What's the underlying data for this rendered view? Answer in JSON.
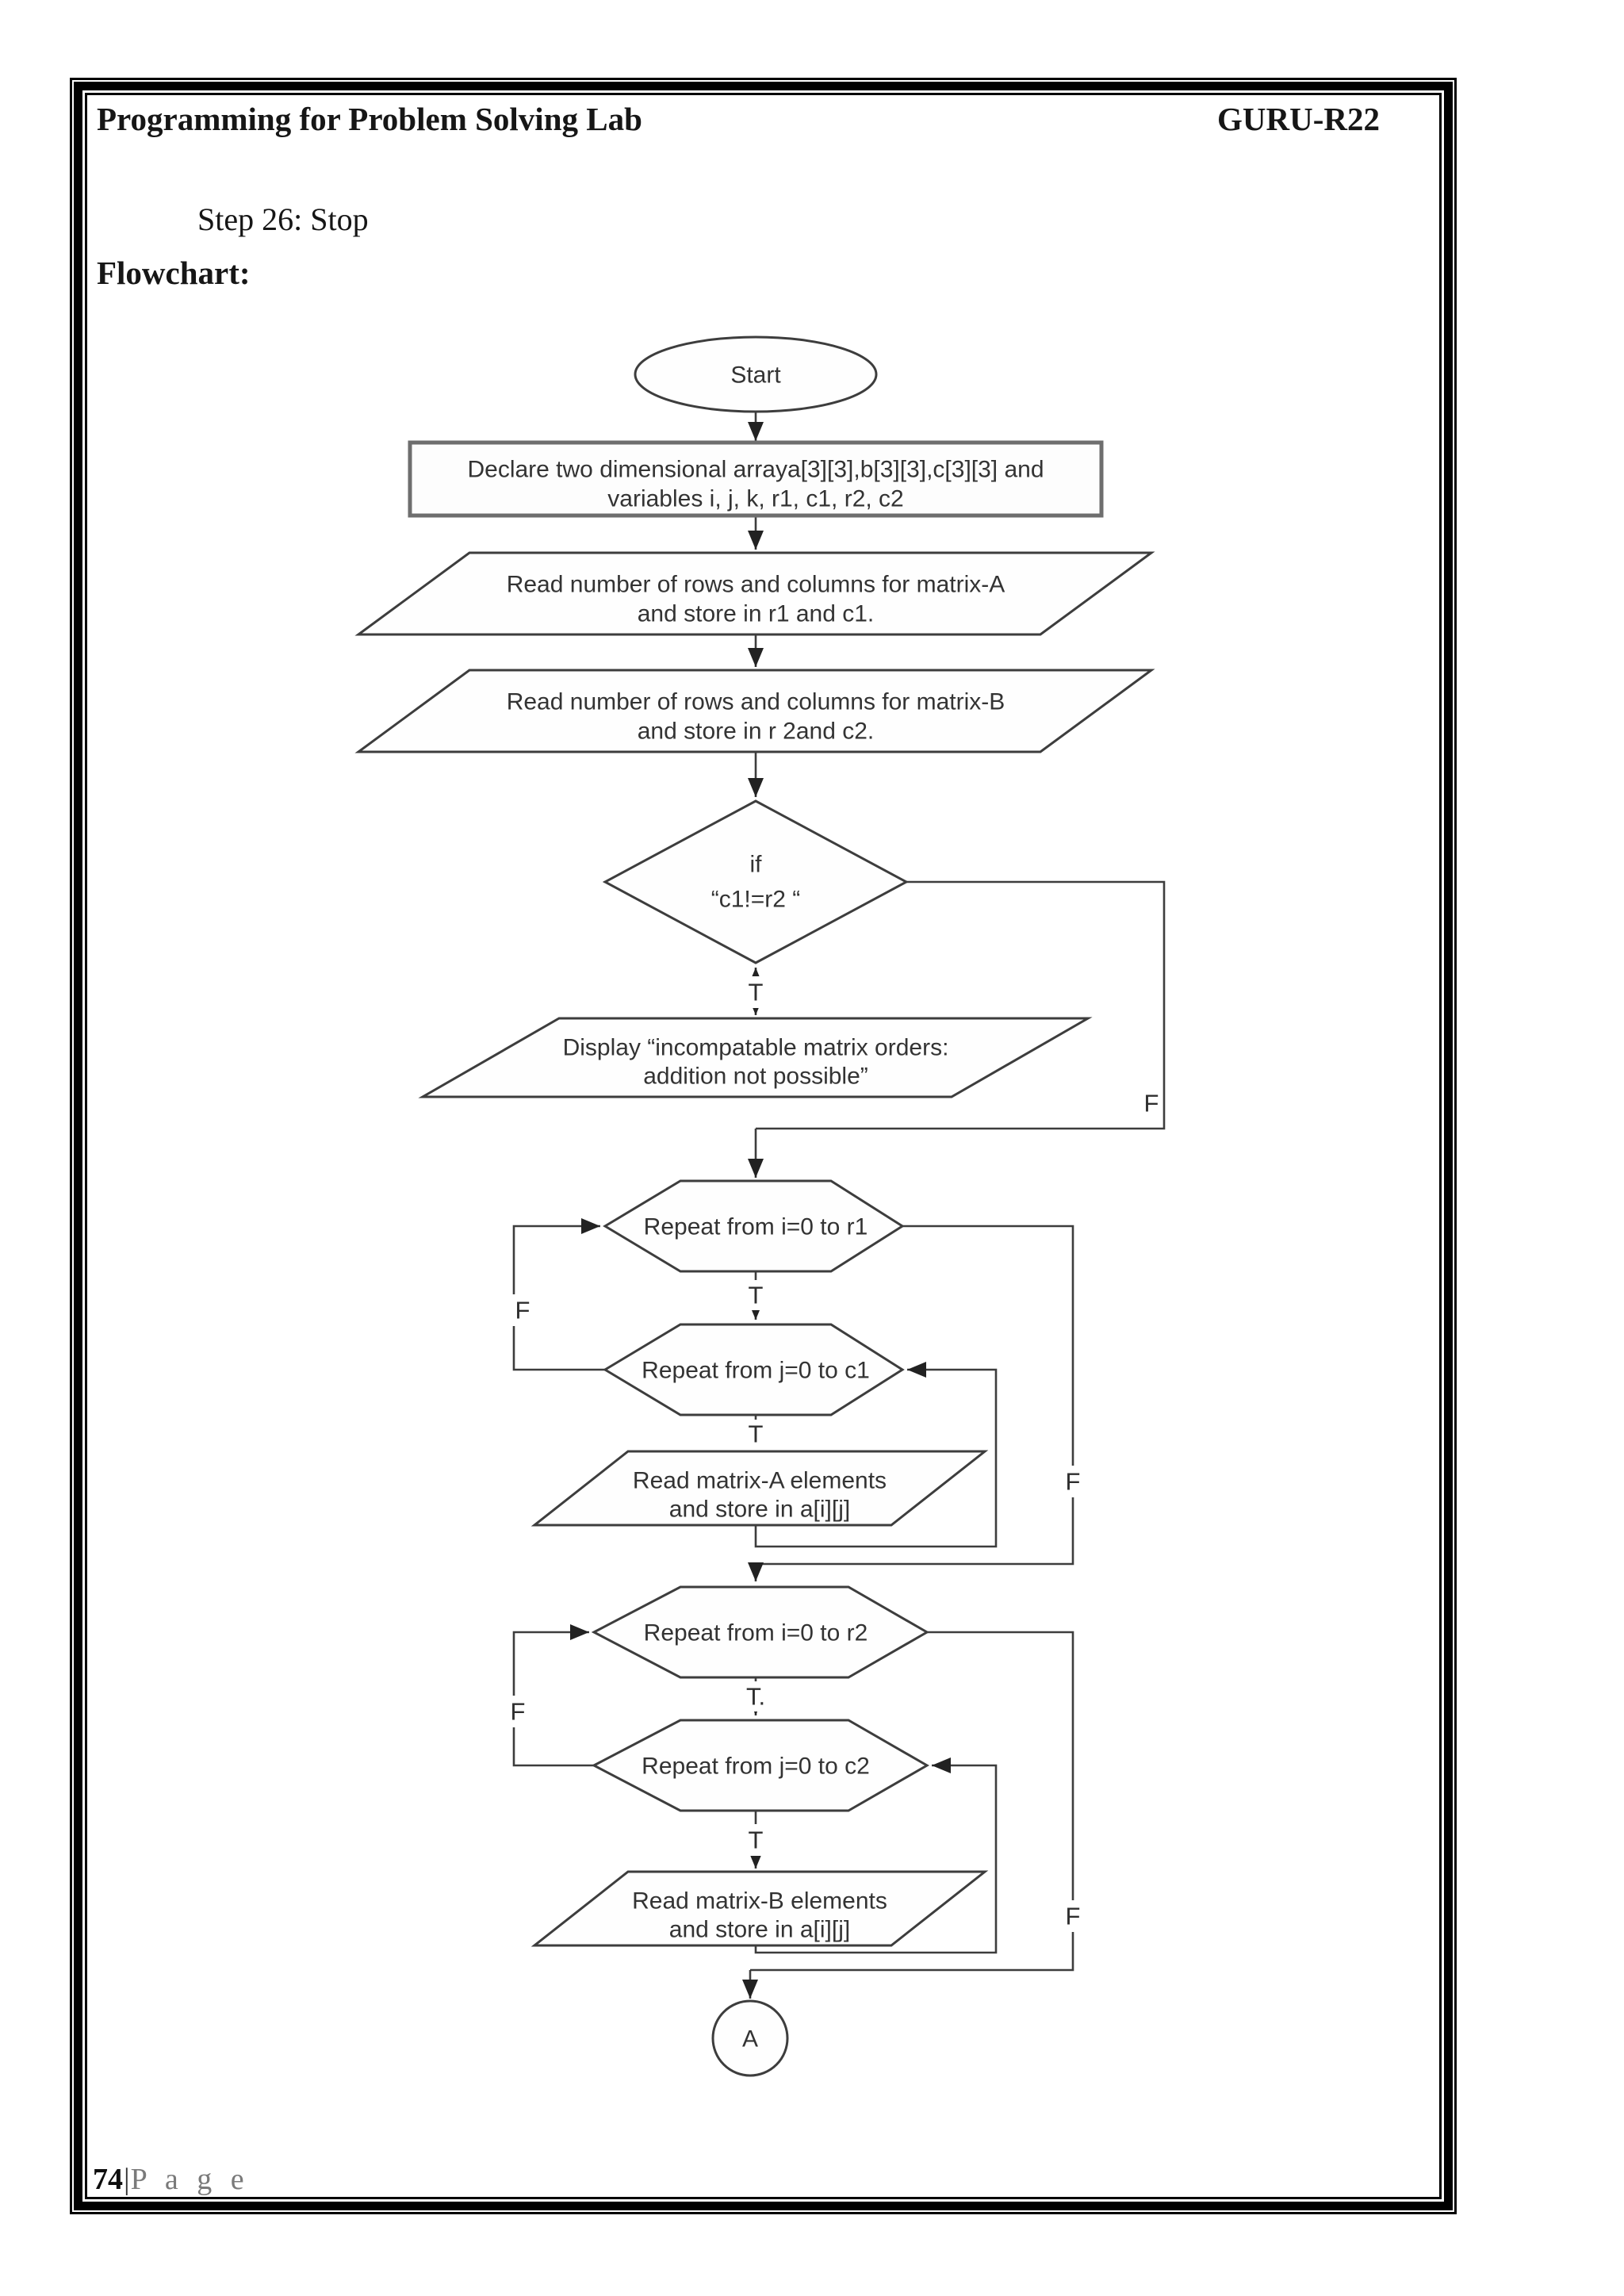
{
  "header": {
    "title": "Programming for Problem Solving Lab",
    "code": "GURU-R22"
  },
  "body_text": {
    "step": "Step 26: Stop",
    "section_label": "Flowchart:"
  },
  "footer": {
    "page_number": "74",
    "separator": "|",
    "page_word": "P a g e"
  },
  "flowchart": {
    "start": "Start",
    "declare": [
      "Declare two dimensional arraya[3][3],b[3][3],c[3][3] and",
      "variables i, j, k, r1, c1, r2, c2"
    ],
    "read_a_dims": [
      "Read number of rows and columns for matrix-A",
      "and store in r1 and c1."
    ],
    "read_b_dims": [
      "Read number of rows and columns for matrix-B",
      "and store in r 2and c2."
    ],
    "decision": [
      "if",
      "“c1!=r2 “"
    ],
    "display_error": [
      "Display “incompatable matrix orders:",
      "addition not possible”"
    ],
    "loop_i_r1": "Repeat from i=0 to r1",
    "loop_j_c1": "Repeat from j=0 to c1",
    "read_a_elems": [
      "Read matrix-A elements",
      "and store in a[i][j]"
    ],
    "loop_i_r2": "Repeat from i=0 to r2",
    "loop_j_c2": "Repeat from j=0 to c2",
    "read_b_elems": [
      "Read matrix-B elements",
      "and store in a[i][j]"
    ],
    "connector": "A",
    "labels": {
      "true": "T",
      "true_dot": "T.",
      "false": "F"
    }
  },
  "colors": {
    "page_border": "#000000",
    "flow_stroke": "#3d3d3d",
    "declare_border": "#6e6e6e",
    "footer_gray": "#7a7a7a"
  }
}
